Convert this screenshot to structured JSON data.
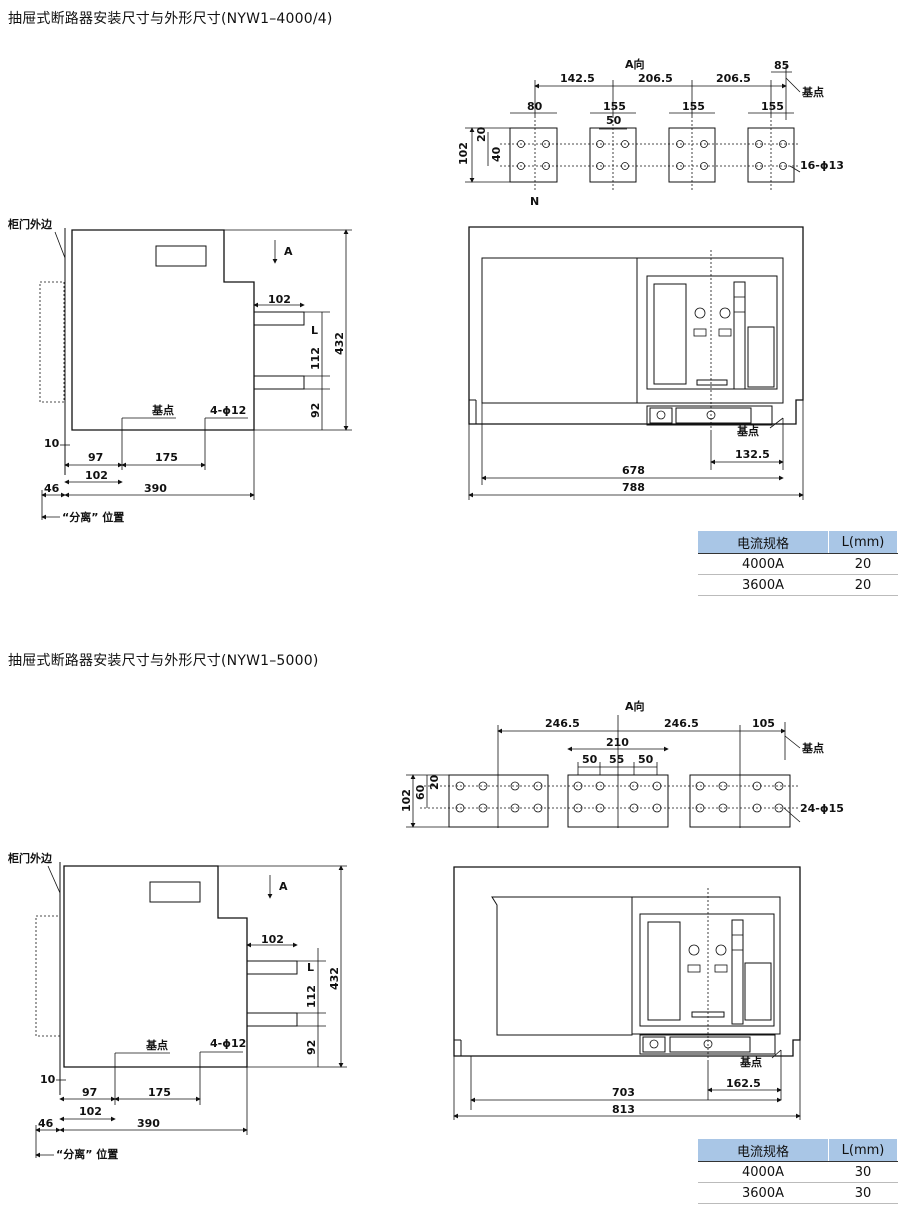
{
  "section1": {
    "title": "抽屉式断路器安装尺寸与外形尺寸(NYW1–4000/4)",
    "terminal": {
      "view_label": "A向",
      "spacing": [
        "142.5",
        "206.5",
        "206.5"
      ],
      "offset": "85",
      "ref_label": "基点",
      "widths": [
        "80",
        "155",
        "155",
        "155"
      ],
      "inner": "50",
      "height": "102",
      "v1": "20",
      "v2": "40",
      "hole": "16-ϕ13",
      "pole_n": "N"
    },
    "side": {
      "door_label": "柜门外边",
      "arrow_label": "A",
      "d102": "102",
      "dL": "L",
      "d112": "112",
      "d432": "432",
      "d92": "92",
      "ref_label": "基点",
      "holes": "4-ϕ12",
      "d10": "10",
      "d97": "97",
      "d175": "175",
      "d102b": "102",
      "d46": "46",
      "d390": "390",
      "sep_label": "“分离” 位置"
    },
    "front": {
      "ref_label": "基点",
      "d1325": "132.5",
      "d678": "678",
      "d788": "788"
    },
    "table": {
      "headers": [
        "电流规格",
        "L(mm)"
      ],
      "rows": [
        [
          "4000A",
          "20"
        ],
        [
          "3600A",
          "20"
        ]
      ]
    }
  },
  "section2": {
    "title": "抽屉式断路器安装尺寸与外形尺寸(NYW1–5000)",
    "terminal": {
      "view_label": "A向",
      "spacing": [
        "246.5",
        "246.5"
      ],
      "offset": "105",
      "ref_label": "基点",
      "d210": "210",
      "inner": [
        "50",
        "55",
        "50"
      ],
      "height": "102",
      "v1": "60",
      "v2": "20",
      "hole": "24-ϕ15"
    },
    "side": {
      "door_label": "柜门外边",
      "arrow_label": "A",
      "d102": "102",
      "dL": "L",
      "d112": "112",
      "d432": "432",
      "d92": "92",
      "ref_label": "基点",
      "holes": "4-ϕ12",
      "d10": "10",
      "d97": "97",
      "d175": "175",
      "d102b": "102",
      "d46": "46",
      "d390": "390",
      "sep_label": "“分离” 位置"
    },
    "front": {
      "ref_label": "基点",
      "d1625": "162.5",
      "d703": "703",
      "d813": "813"
    },
    "table": {
      "headers": [
        "电流规格",
        "L(mm)"
      ],
      "rows": [
        [
          "4000A",
          "30"
        ],
        [
          "3600A",
          "30"
        ]
      ]
    }
  }
}
